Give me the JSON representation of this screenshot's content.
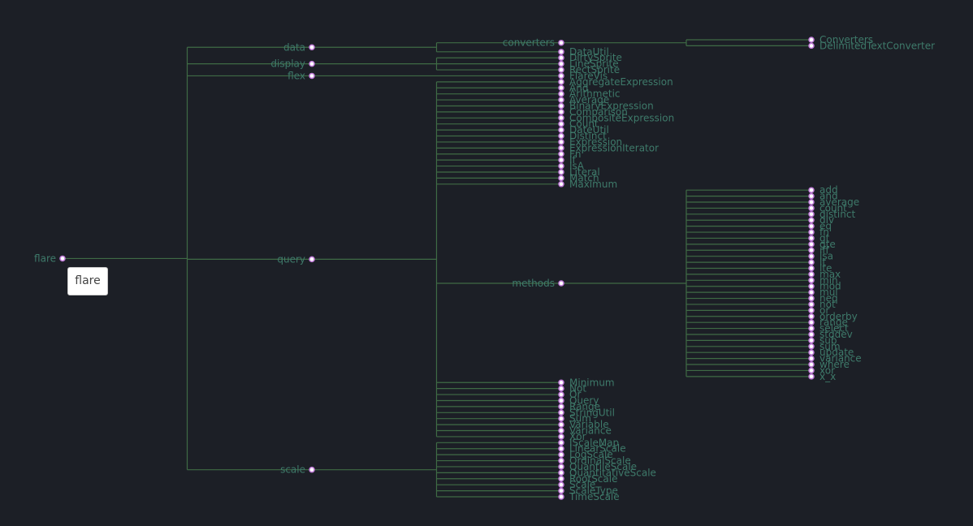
{
  "tree": {
    "name": "flare",
    "children": [
      {
        "name": "data",
        "children": [
          {
            "name": "converters",
            "children": [
              {
                "name": "Converters"
              },
              {
                "name": "DelimitedTextConverter"
              }
            ]
          },
          {
            "name": "DataUtil"
          }
        ]
      },
      {
        "name": "display",
        "children": [
          {
            "name": "DirtySprite"
          },
          {
            "name": "LineSprite"
          },
          {
            "name": "RectSprite"
          }
        ]
      },
      {
        "name": "flex",
        "children": [
          {
            "name": "FlareVis"
          }
        ]
      },
      {
        "name": "query",
        "children": [
          {
            "name": "AggregateExpression"
          },
          {
            "name": "And"
          },
          {
            "name": "Arithmetic"
          },
          {
            "name": "Average"
          },
          {
            "name": "BinaryExpression"
          },
          {
            "name": "Comparison"
          },
          {
            "name": "CompositeExpression"
          },
          {
            "name": "Count"
          },
          {
            "name": "DateUtil"
          },
          {
            "name": "Distinct"
          },
          {
            "name": "Expression"
          },
          {
            "name": "ExpressionIterator"
          },
          {
            "name": "Fn"
          },
          {
            "name": "If"
          },
          {
            "name": "IsA"
          },
          {
            "name": "Literal"
          },
          {
            "name": "Match"
          },
          {
            "name": "Maximum"
          },
          {
            "name": "methods",
            "children": [
              {
                "name": "add"
              },
              {
                "name": "and"
              },
              {
                "name": "average"
              },
              {
                "name": "count"
              },
              {
                "name": "distinct"
              },
              {
                "name": "div"
              },
              {
                "name": "eq"
              },
              {
                "name": "fn"
              },
              {
                "name": "gt"
              },
              {
                "name": "gte"
              },
              {
                "name": "iff"
              },
              {
                "name": "isa"
              },
              {
                "name": "lt"
              },
              {
                "name": "lte"
              },
              {
                "name": "max"
              },
              {
                "name": "min"
              },
              {
                "name": "mod"
              },
              {
                "name": "mul"
              },
              {
                "name": "neq"
              },
              {
                "name": "not"
              },
              {
                "name": "or"
              },
              {
                "name": "orderby"
              },
              {
                "name": "range"
              },
              {
                "name": "select"
              },
              {
                "name": "stddev"
              },
              {
                "name": "sub"
              },
              {
                "name": "sum"
              },
              {
                "name": "update"
              },
              {
                "name": "variance"
              },
              {
                "name": "where"
              },
              {
                "name": "xor"
              },
              {
                "name": "x_x"
              }
            ]
          },
          {
            "name": "Minimum"
          },
          {
            "name": "Not"
          },
          {
            "name": "Or"
          },
          {
            "name": "Query"
          },
          {
            "name": "Range"
          },
          {
            "name": "StringUtil"
          },
          {
            "name": "Sum"
          },
          {
            "name": "Variable"
          },
          {
            "name": "Variance"
          },
          {
            "name": "Xor"
          }
        ]
      },
      {
        "name": "scale",
        "children": [
          {
            "name": "IScaleMap"
          },
          {
            "name": "LinearScale"
          },
          {
            "name": "LogScale"
          },
          {
            "name": "OrdinalScale"
          },
          {
            "name": "QuantileScale"
          },
          {
            "name": "QuantitativeScale"
          },
          {
            "name": "RootScale"
          },
          {
            "name": "Scale"
          },
          {
            "name": "ScaleType"
          },
          {
            "name": "TimeScale"
          }
        ]
      }
    ]
  },
  "tooltip": {
    "text": "flare"
  },
  "colors": {
    "background": "#1c1f26",
    "link": "#3f6b45",
    "label": "#3e7a6a",
    "node_fill": "#ffffff",
    "node_stroke": "#c07bd8"
  }
}
